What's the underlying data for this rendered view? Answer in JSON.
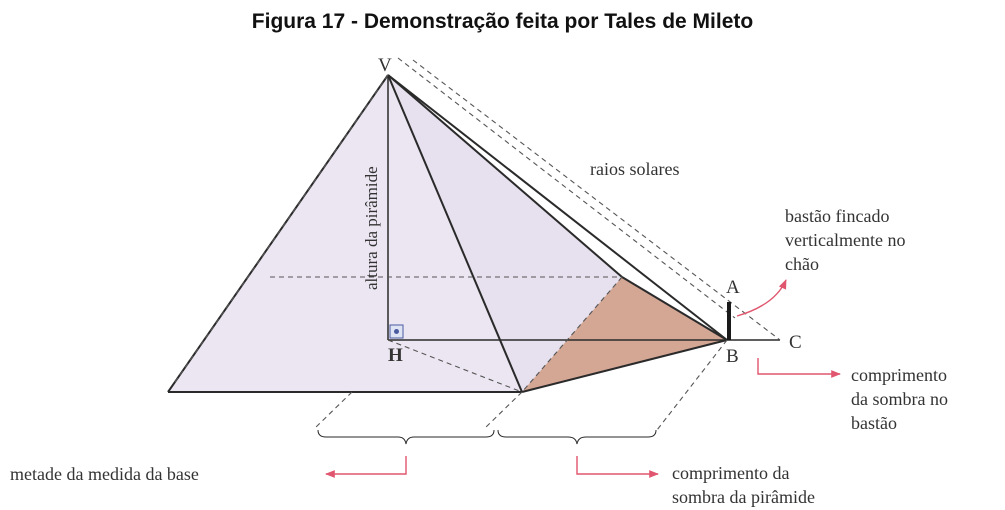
{
  "title": "Figura 17 - Demonstração feita por Tales de Mileto",
  "points": {
    "V": "V",
    "H": "H",
    "A": "A",
    "B": "B",
    "C": "C"
  },
  "labels": {
    "altura": "altura da pirâmide",
    "raios": "raios solares",
    "bastao": [
      "bastão fincado",
      "verticalmente no",
      "chão"
    ],
    "sombra_bastao": [
      "comprimento",
      "da sombra no",
      "bastão"
    ],
    "metade_base": "metade da medida da base",
    "sombra_piramide": [
      "comprimento da",
      "sombra da pirâmide"
    ]
  },
  "colors": {
    "pyramid_fill": "#ece6f2",
    "shadow_fill": "#d4a694",
    "arrow_pink": "#e0566e",
    "line": "#2a2a2a"
  }
}
